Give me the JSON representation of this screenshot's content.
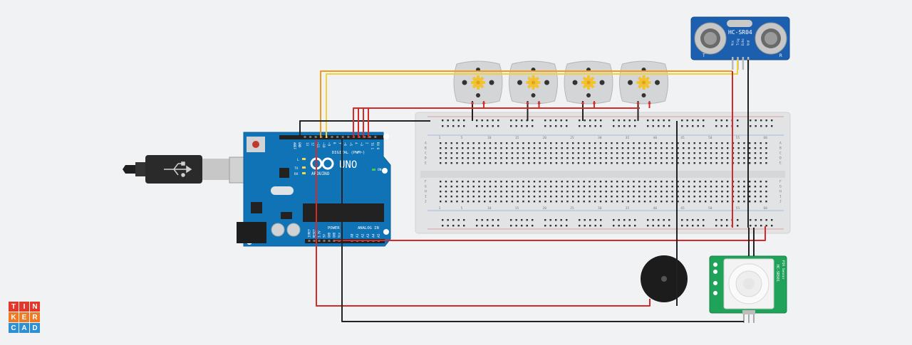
{
  "app": {
    "logo_letters": [
      "T",
      "I",
      "N",
      "K",
      "E",
      "R",
      "C",
      "A",
      "D"
    ],
    "logo_colors": [
      "#e2372b",
      "#e2372b",
      "#e2372b",
      "#f07a22",
      "#f07a22",
      "#f07a22",
      "#2e8fd4",
      "#2e8fd4",
      "#2e8fd4"
    ]
  },
  "arduino": {
    "brand": "ARDUINO",
    "model": "UNO",
    "digital_label": "DIGITAL (PWM~)",
    "power_label": "POWER",
    "analog_label": "ANALOG IN",
    "aref": "AREF",
    "gnd": "GND",
    "tx": "TX",
    "rx": "RX",
    "l": "L",
    "on": "ON",
    "digital_pins": [
      "13",
      "12",
      "~11",
      "~10",
      "~9",
      "8",
      "7",
      "~6",
      "~5",
      "4",
      "~3",
      "2",
      "TX 1",
      "RX 0"
    ],
    "power_pins": [
      "IOREF",
      "RESET",
      "3.3V",
      "5V",
      "GND",
      "GND",
      "Vin"
    ],
    "analog_pins": [
      "A0",
      "A1",
      "A2",
      "A3",
      "A4",
      "A5"
    ]
  },
  "breadboard": {
    "col_labels": [
      "1",
      "5",
      "10",
      "15",
      "20",
      "25",
      "30",
      "35",
      "40",
      "45",
      "50",
      "55",
      "60"
    ],
    "rows_top": [
      "A",
      "B",
      "C",
      "D",
      "E"
    ],
    "rows_bottom": [
      "F",
      "G",
      "H",
      "I",
      "J"
    ]
  },
  "ultrasonic": {
    "label": "HC-SR04",
    "pins": [
      "Vcc",
      "Trig",
      "Echo",
      "Gnd"
    ],
    "left_mark": "T",
    "right_mark": "R"
  },
  "pir": {
    "side_label": "HC-SR501",
    "side_label2": "PIR Sensor"
  },
  "motor_count": 4
}
